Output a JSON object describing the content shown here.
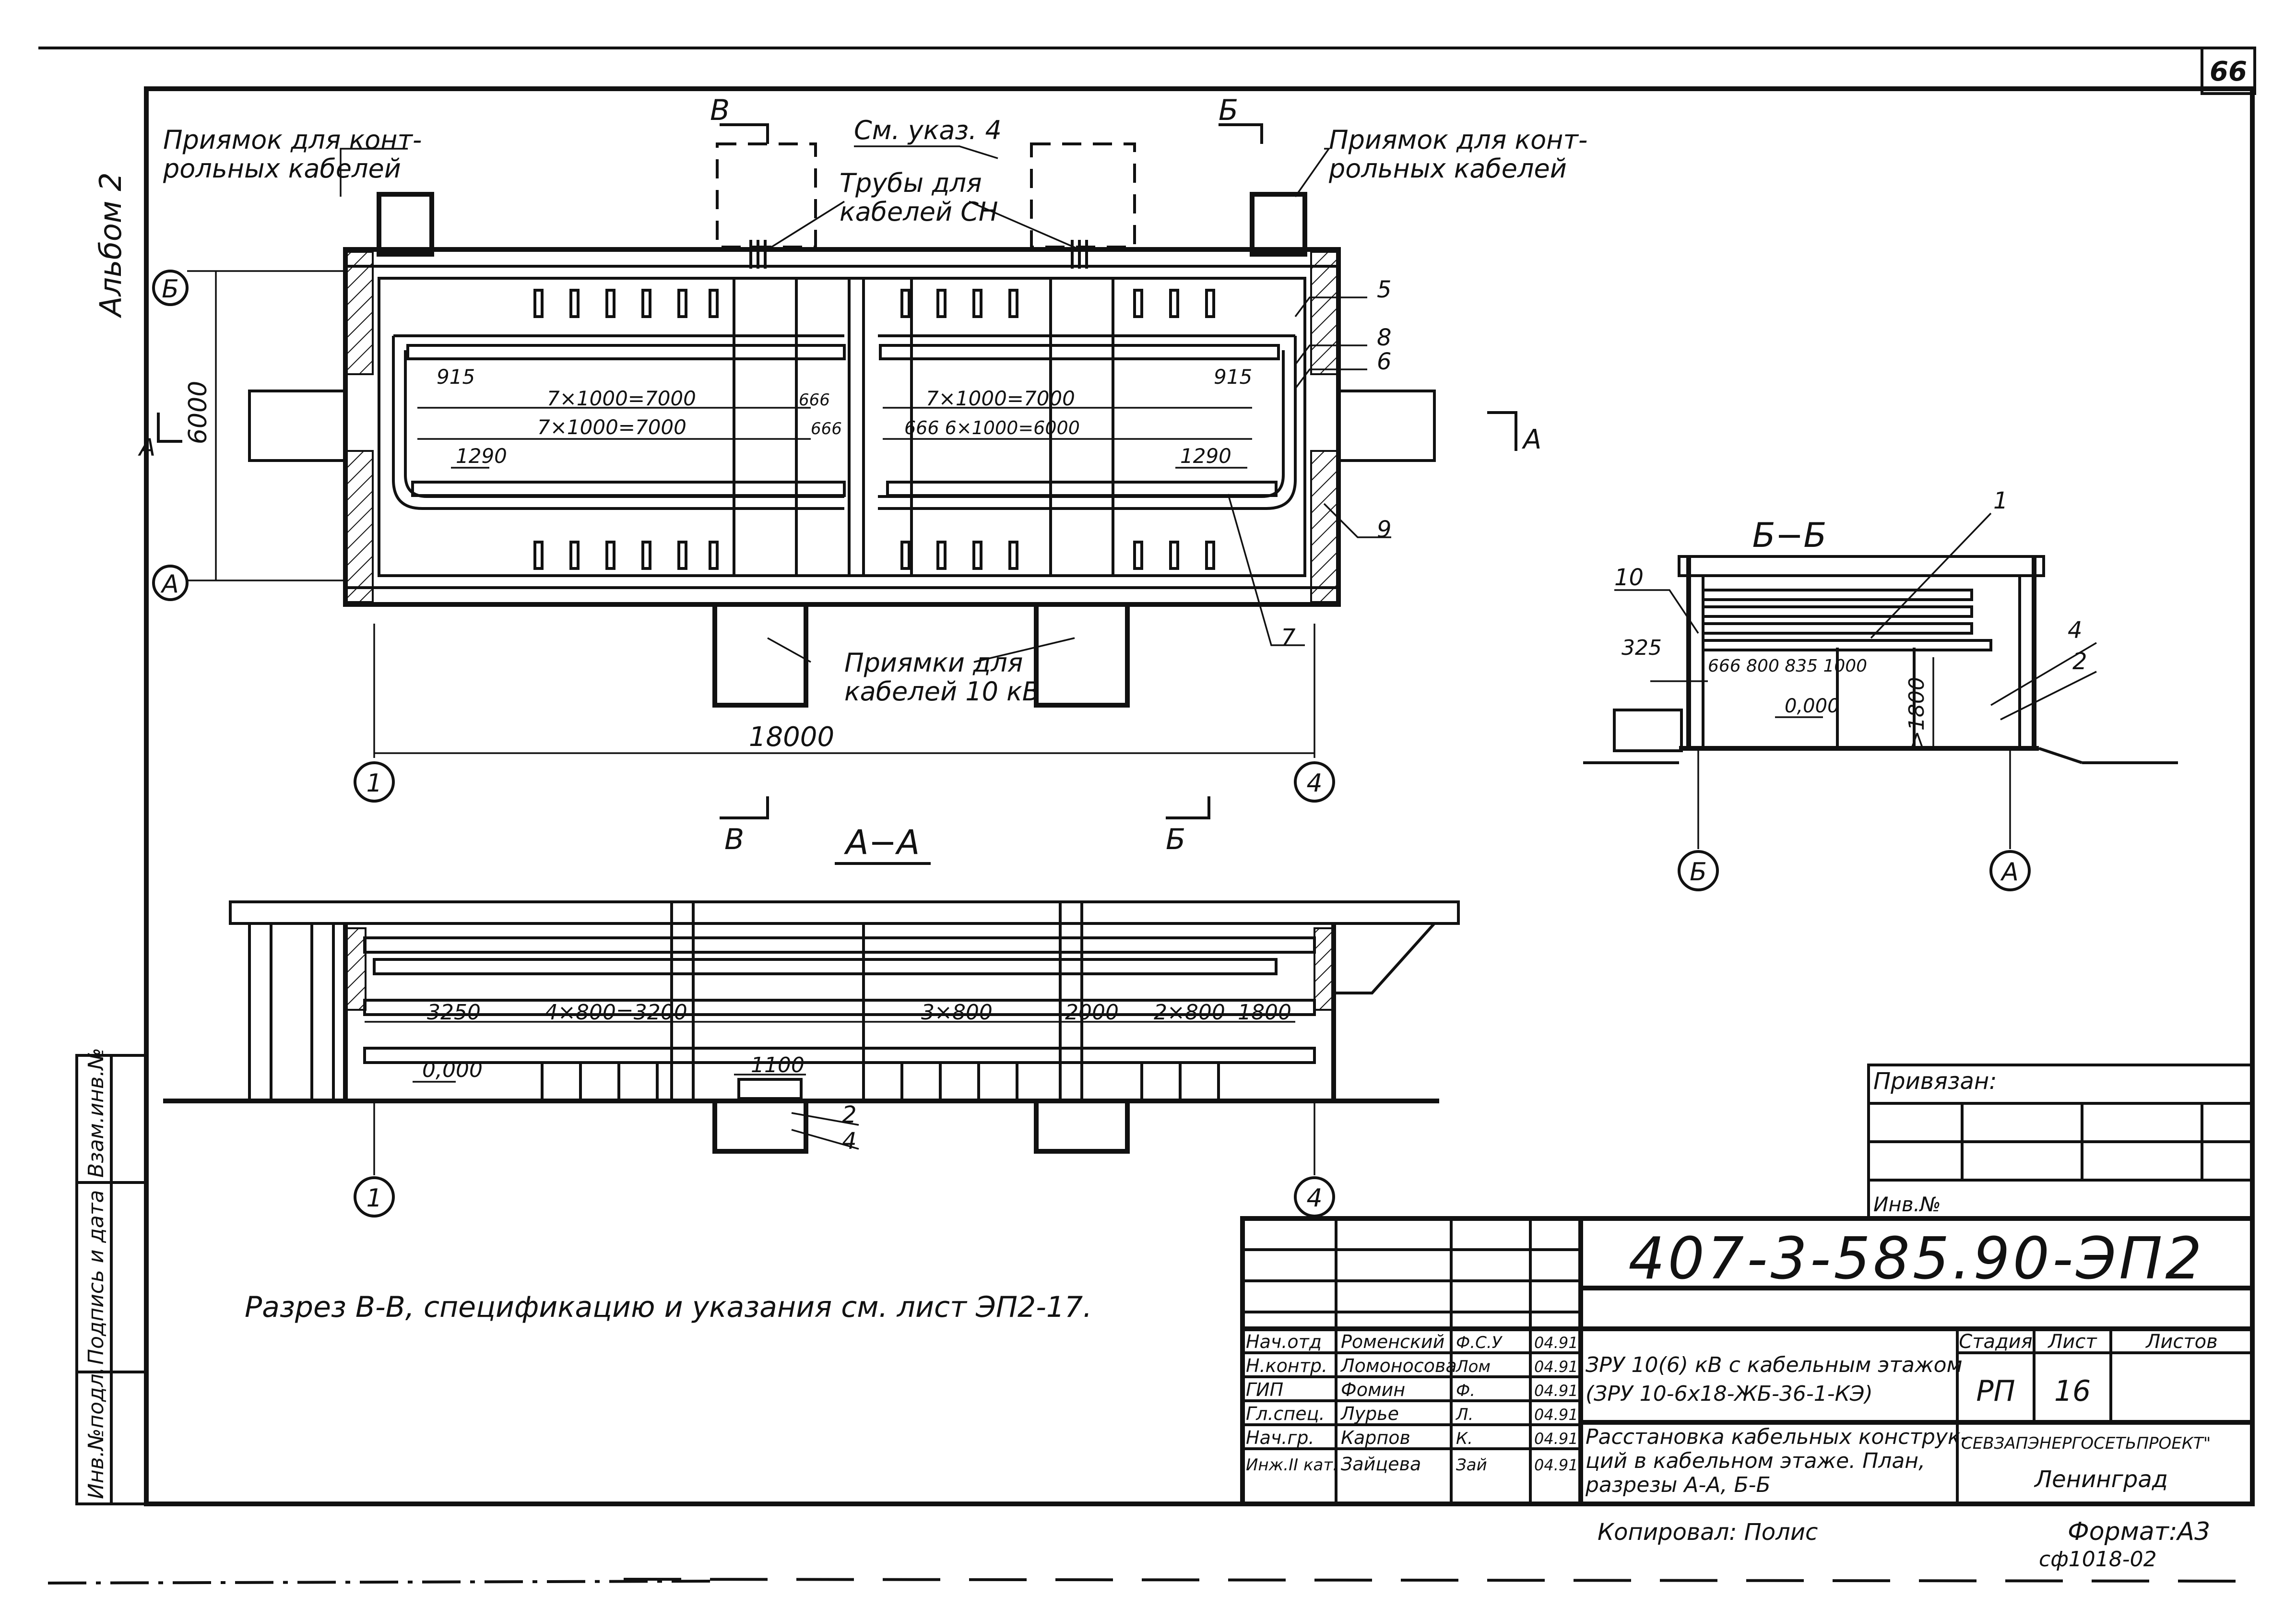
{
  "sheet": {
    "sheet_number": "66",
    "album": "Альбом 2",
    "format": "Формат:А3",
    "copied_by": "Копировал: Полис",
    "archive_code": "сф1018-02"
  },
  "plan": {
    "left_pit_label_1": "Приямок для конт-",
    "left_pit_label_2": "рольных кабелей",
    "right_pit_label_1": "Приямок для конт-",
    "right_pit_label_2": "рольных кабелей",
    "cn_ref": "См. указ. 4",
    "pipes_label_1": "Трубы для",
    "pipes_label_2": "кабелей СН",
    "pits_10kv_1": "Приямки для",
    "pits_10kv_2": "кабелей 10 кВ",
    "dim_height": "6000",
    "dim_length": "18000",
    "dim_915_left": "915",
    "dim_915_right": "915",
    "dim_7000_top_left": "7×1000=7000",
    "dim_7000_bot_left": "7×1000=7000",
    "dim_7000_top_right": "7×1000=7000",
    "dim_6000_right": "666  6×1000=6000",
    "dim_666_a": "666",
    "dim_666_b": "666",
    "dim_1290_left": "1290",
    "dim_1290_right": "1290",
    "axis_b": "Б",
    "axis_a": "А",
    "axis_1": "1",
    "axis_4": "4",
    "cut_v": "В",
    "cut_b": "Б",
    "cut_a": "А",
    "pos_5": "5",
    "pos_8": "8",
    "pos_6": "6",
    "pos_9": "9",
    "pos_7": "7"
  },
  "section_bb": {
    "title": "Б−Б",
    "pos_1": "1",
    "pos_10": "10",
    "pos_4": "4",
    "pos_2": "2",
    "dim_325": "325",
    "dims_row": "666  800  835  1000",
    "level": "0,000",
    "dim_1800": ">1800",
    "axis_b": "Б",
    "axis_a": "А"
  },
  "section_aa": {
    "title": "А−А",
    "dim_3250": "3250",
    "dim_4x800": "4×800=3200",
    "dim_3x800": "3×800",
    "dim_2000": "2000",
    "dim_2x800": "2×800",
    "dim_1800": "1800",
    "dim_1100": "1100",
    "level": "0,000",
    "pos_2": "2",
    "pos_4": "4",
    "axis_1": "1",
    "axis_4": "4"
  },
  "note": "Разрез В-В, спецификацию и указания см. лист ЭП2-17.",
  "side_strip": [
    "Инв.№подл.",
    "Подпись и дата",
    "Взам.инв.№"
  ],
  "binding_block": {
    "title": "Привязан:",
    "inv": "Инв.№"
  },
  "title_block": {
    "document_code": "407-3-585.90-ЭП2",
    "rows": [
      {
        "role": "Нач.отд",
        "name": "Роменский",
        "sign": "Ф.С.У",
        "date": "04.91"
      },
      {
        "role": "Н.контр.",
        "name": "Ломоносова",
        "sign": "Лом",
        "date": "04.91"
      },
      {
        "role": "ГИП",
        "name": "Фомин",
        "sign": "Ф.",
        "date": "04.91"
      },
      {
        "role": "Гл.спец.",
        "name": "Лурье",
        "sign": "Л.",
        "date": "04.91"
      },
      {
        "role": "Нач.гр.",
        "name": "Карпов",
        "sign": "К.",
        "date": "04.91"
      },
      {
        "role": "Инж.II кат.",
        "name": "Зайцева",
        "sign": "Зай",
        "date": "04.91"
      }
    ],
    "object_line1": "ЗРУ 10(6) кВ с кабельным этажом",
    "object_line2": "(ЗРУ 10-6х18-ЖБ-36-1-КЭ)",
    "drawing_line1": "Расстановка кабельных конструк-",
    "drawing_line2": "ций в кабельном этаже. План,",
    "drawing_line3": "разрезы А-А, Б-Б",
    "stage_header": "Стадия",
    "sheet_header": "Лист",
    "sheets_header": "Листов",
    "stage_value": "РП",
    "sheet_value": "16",
    "sheets_value": "",
    "organization": "СЕВЗАПЭНЕРГОСЕТЬПРОЕКТ\"",
    "city": "Ленинград"
  }
}
